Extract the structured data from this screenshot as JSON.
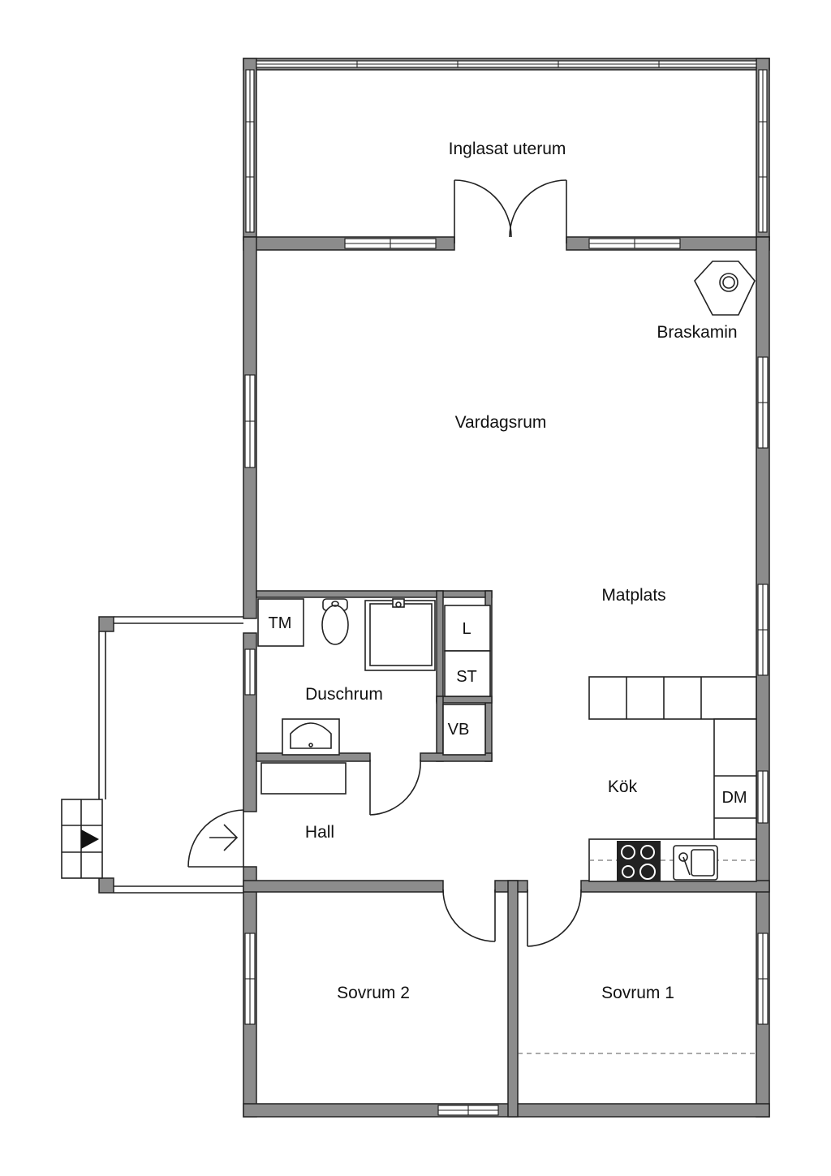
{
  "rooms": {
    "uterum": "Inglasat uterum",
    "braskamin": "Braskamin",
    "vardagsrum": "Vardagsrum",
    "matplats": "Matplats",
    "tm": "TM",
    "duschrum": "Duschrum",
    "l": "L",
    "st": "ST",
    "vb": "VB",
    "kok": "Kök",
    "dm": "DM",
    "hall": "Hall",
    "sovrum2": "Sovrum 2",
    "sovrum1": "Sovrum 1"
  }
}
